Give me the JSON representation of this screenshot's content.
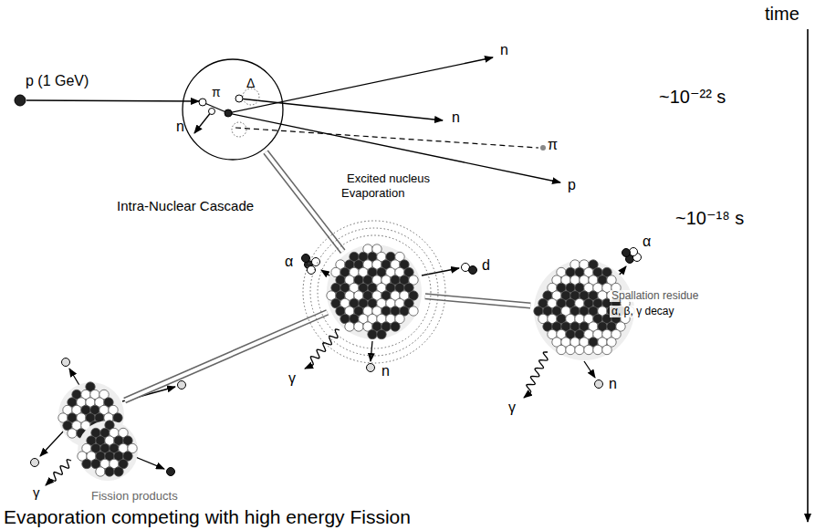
{
  "diagram": {
    "caption": "Evaporation competing with high energy Fission",
    "nodes": [
      {
        "text": [
          "Intra-Nuclear Cascade"
        ]
      },
      {
        "text": [
          "Excited nucleus",
          "Evaporation"
        ]
      },
      {
        "text": [
          "Spallation residue",
          "α, β, γ decay"
        ]
      },
      {
        "text": [
          "Fission products"
        ]
      }
    ],
    "edges": [
      {
        "from": 0,
        "to": 1,
        "arrow": "none"
      },
      {
        "from": 1,
        "to": 3,
        "arrow": "none"
      },
      {
        "from": 1,
        "to": 2,
        "arrow": "none"
      }
    ],
    "labels": [
      "time",
      "p (1 GeV)",
      "n",
      "Δ",
      "π",
      "n",
      "π",
      "n",
      "p",
      "~10⁻²² s",
      "α",
      "d",
      "~10⁻¹⁸ s",
      "γ",
      "n",
      "α",
      "γ",
      "n",
      "γ"
    ]
  }
}
